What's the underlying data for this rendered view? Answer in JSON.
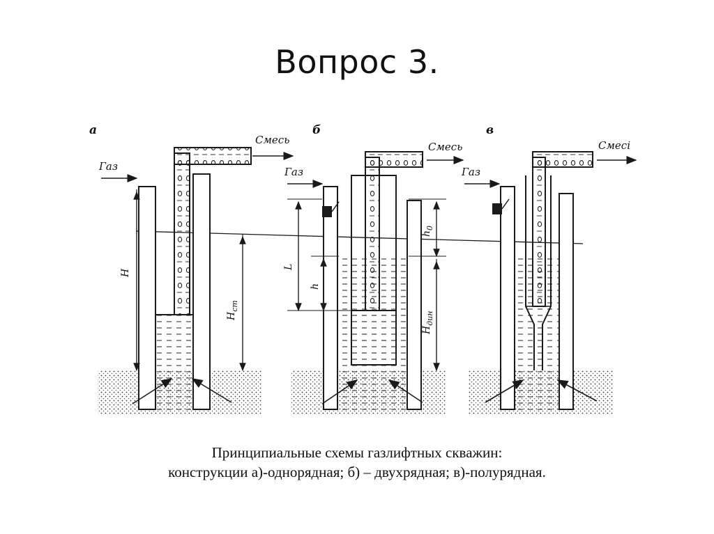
{
  "slide": {
    "title": "Вопрос 3.",
    "caption_line1": "Принципиальные схемы газлифтных скважин:",
    "caption_line2": "конструкции а)-однорядная; б) – двухрядная; в)-полурядная."
  },
  "panels": [
    {
      "letter": "а",
      "gas_label": "Газ",
      "mix_label": "Смесь",
      "dims": {
        "total": "H",
        "static": "H",
        "static_sub": "ст"
      }
    },
    {
      "letter": "б",
      "gas_label": "Газ",
      "mix_label": "Смесь",
      "dims": {
        "length": "L",
        "head": "h",
        "dyn": "H",
        "dyn_sub": "дин",
        "top": "h",
        "top_sub": "0"
      }
    },
    {
      "letter": "в",
      "gas_label": "Газ",
      "mix_label": "Смесі"
    }
  ],
  "colors": {
    "ink": "#1a1a1a",
    "hatch": "#555555"
  }
}
